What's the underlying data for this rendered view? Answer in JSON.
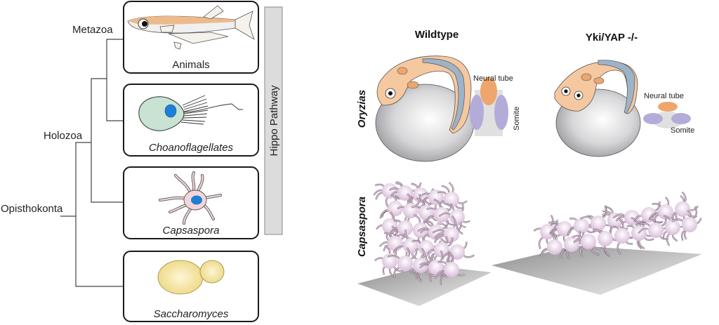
{
  "tree": {
    "clades": [
      {
        "label": "Metazoa"
      },
      {
        "label": "Holozoa"
      },
      {
        "label": "Opisthokonta"
      }
    ]
  },
  "organisms": [
    {
      "label": "Animals",
      "italic": false,
      "icon": "fish-icon"
    },
    {
      "label": "Choanoflagellates",
      "italic": true,
      "icon": "choanoflagellate-icon"
    },
    {
      "label": "Capsaspora",
      "italic": true,
      "icon": "capsaspora-cell-icon"
    },
    {
      "label": "Saccharomyces",
      "italic": true,
      "icon": "yeast-icon"
    }
  ],
  "pathway_bar": {
    "label": "Hippo Pathway"
  },
  "panel": {
    "columns": [
      {
        "label": "Wildtype"
      },
      {
        "label": "Yki/YAP -/-"
      }
    ],
    "rows": [
      {
        "label": "Oryzias"
      },
      {
        "label": "Capsaspora"
      }
    ],
    "annotations": {
      "neural_tube": "Neural tube",
      "somite": "Somite"
    }
  },
  "colors": {
    "embryo": "#f6c8a0",
    "neural_tube": "#eea66c",
    "somite": "#b3acd8",
    "notochord": "#9db3c8",
    "choano_body": "#c8e3d2",
    "nucleus": "#1e7fd6",
    "capsaspora_body": "#f4d6d8",
    "yeast": "#f1de90",
    "pathway_bar": "#dcdcdc",
    "cell_cluster": "#e6d0e6"
  }
}
